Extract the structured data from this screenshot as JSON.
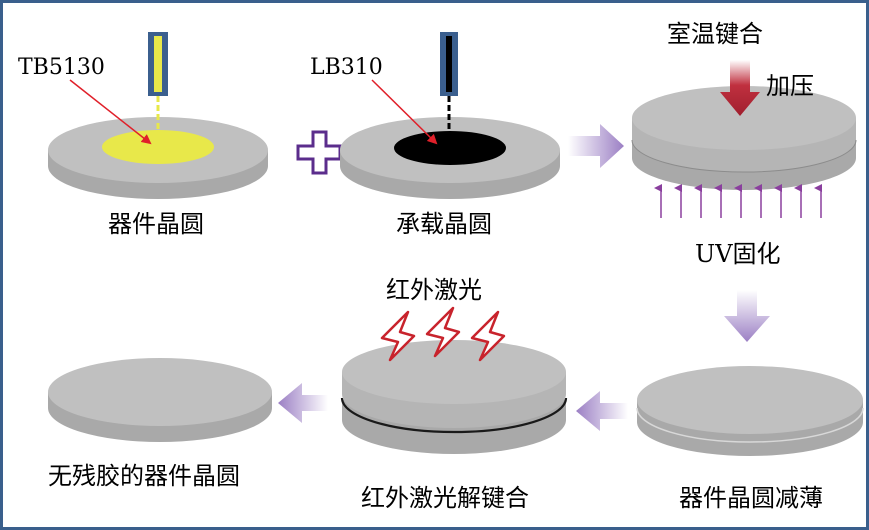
{
  "labels": {
    "tb5130": "TB5130",
    "lb310": "LB310",
    "device_wafer": "器件晶圆",
    "carrier_wafer": "承载晶圆",
    "room_temp_bonding": "室温键合",
    "pressure": "加压",
    "uv_cure": "UV固化",
    "ir_laser": "红外激光",
    "ir_laser_debond": "红外激光解键合",
    "wafer_thinning": "器件晶圆减薄",
    "residue_free_wafer": "无残胶的器件晶圆"
  },
  "colors": {
    "frame": "#3a5f8c",
    "wafer_top": "#c0c0c0",
    "wafer_side": "#a9a9a9",
    "adhesive_yellow": "#e8e84a",
    "dispenser_blue": "#3b5f8e",
    "black_layer": "#000000",
    "flow_arrow": "#9b7fc4",
    "plus_outline": "#5b2d8c",
    "pressure_arrow": "#b0283a",
    "uv_arrow": "#8a3f9e",
    "laser_bolt": "#c8232c",
    "pointer_line": "#e0202a"
  }
}
